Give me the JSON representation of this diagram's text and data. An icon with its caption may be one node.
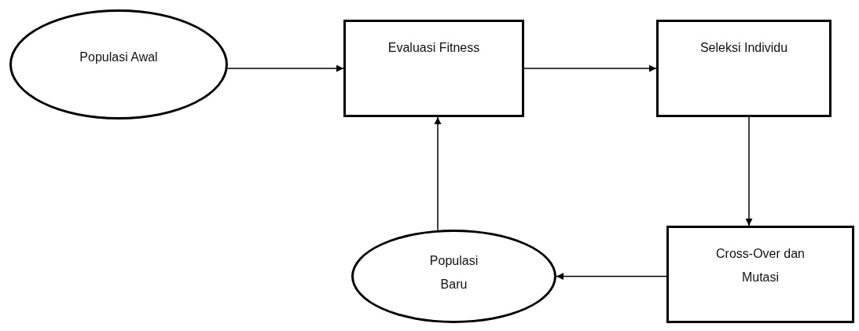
{
  "diagram": {
    "nodes": [
      {
        "text": [
          "Populasi Awal"
        ]
      },
      {
        "text": [
          "Evaluasi Fitness"
        ]
      },
      {
        "text": [
          "Seleksi Individu"
        ]
      },
      {
        "text": [
          "Cross-Over dan Mutasi"
        ]
      },
      {
        "text": [
          "Populasi Baru"
        ]
      }
    ],
    "edges": [
      {
        "from": 0,
        "to": 1,
        "arrow": "to"
      },
      {
        "from": 1,
        "to": 2,
        "arrow": "to"
      },
      {
        "from": 2,
        "to": 3,
        "arrow": "to"
      },
      {
        "from": 3,
        "to": 4,
        "arrow": "to"
      },
      {
        "from": 4,
        "to": 1,
        "arrow": "to"
      }
    ]
  }
}
